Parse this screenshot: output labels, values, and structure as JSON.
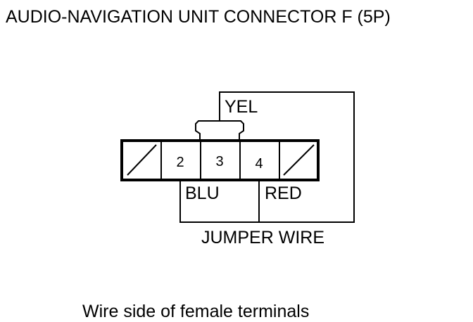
{
  "title": "AUDIO-NAVIGATION UNIT CONNECTOR F (5P)",
  "connector": {
    "pin_count": 5,
    "pins": [
      {
        "label": "",
        "blank": true
      },
      {
        "label": "2",
        "blank": false
      },
      {
        "label": "3",
        "blank": false
      },
      {
        "label": "4",
        "blank": false
      },
      {
        "label": "",
        "blank": true
      }
    ]
  },
  "wires": {
    "yel": "YEL",
    "blu": "BLU",
    "red": "RED"
  },
  "jumper_label": "JUMPER WIRE",
  "caption": "Wire side of female terminals",
  "colors": {
    "line": "#000000",
    "background": "#ffffff"
  }
}
